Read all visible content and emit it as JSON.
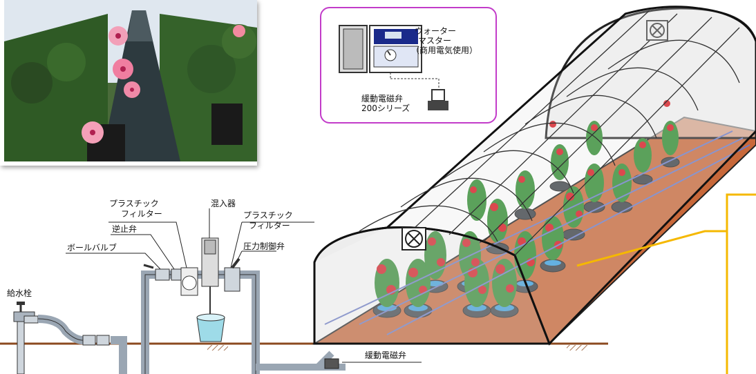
{
  "controller": {
    "name_line1": "ウォーター",
    "name_line2": "マスター",
    "name_line3": "（商用電気使用）",
    "valve_line1": "緩動電磁弁",
    "valve_line2": "200シリーズ"
  },
  "labels": {
    "plastic_filter_1_line1": "プラスチック",
    "plastic_filter_1_line2": "フィルター",
    "check_valve": "逆止弁",
    "ball_valve": "ボールバルブ",
    "mixer": "混入器",
    "plastic_filter_2_line1": "プラスチック",
    "plastic_filter_2_line2": "フィルター",
    "pressure_valve": "圧力制御弁",
    "water_faucet": "給水栓",
    "solenoid_valve": "緩動電磁弁"
  },
  "colors": {
    "controller_border": "#c23bc9",
    "ground": "#8b4a1f",
    "soil": "#c8683a",
    "pipe": "#9aa6b3",
    "leader": "#f5b800",
    "flower": "#d8141c",
    "leaf": "#2e8b2e",
    "pot_water": "#3aa0e0"
  }
}
